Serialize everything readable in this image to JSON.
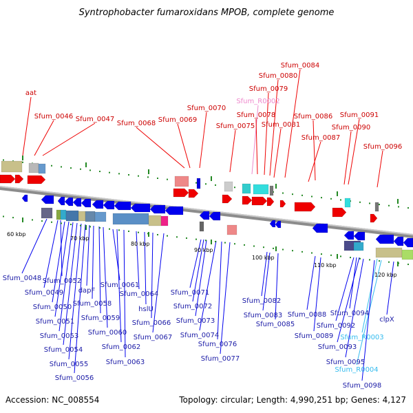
{
  "title": "Syntrophobacter fumaroxidans MPOB, complete genome",
  "footer": {
    "accession": "Accession: NC_008554",
    "summary": "Topology: circular; Length: 4,990,251 bp; Genes: 4,127"
  },
  "colors": {
    "forward_feature": "#ee0000",
    "forward_label": "#cc0000",
    "reverse_feature": "#0000ee",
    "reverse_label": "#1a1aa6",
    "rna_pink": "#ee88cc",
    "rna_cyan": "#33bbee",
    "backbone": "#8c8c8c",
    "tick": "#228822"
  },
  "position_markers": [
    "60 kbp",
    "70 kbp",
    "80 kbp",
    "90 kbp",
    "100 kbp",
    "110 kbp",
    "120 kbp"
  ],
  "forward_labels": [
    "aat",
    "Sfum_0046",
    "Sfum_0047",
    "Sfum_0068",
    "Sfum_0069",
    "Sfum_0070",
    "Sfum_0075",
    "Sfum_R0002",
    "Sfum_0078",
    "Sfum_0079",
    "Sfum_0080",
    "Sfum_0084",
    "Sfum_0081",
    "Sfum_0086",
    "Sfum_0087",
    "Sfum_0091",
    "Sfum_0090",
    "Sfum_0096"
  ],
  "reverse_labels": [
    "Sfum_0048",
    "Sfum_0052",
    "Sfum_0049",
    "Sfum_0050",
    "Sfum_0051",
    "Sfum_0053",
    "Sfum_0054",
    "Sfum_0055",
    "Sfum_0056",
    "dapF",
    "Sfum_0058",
    "Sfum_0059",
    "Sfum_0060",
    "Sfum_0061",
    "Sfum_0062",
    "Sfum_0063",
    "Sfum_0064",
    "hslU",
    "Sfum_0066",
    "Sfum_0067",
    "Sfum_0071",
    "Sfum_0072",
    "Sfum_0073",
    "Sfum_0074",
    "Sfum_0076",
    "Sfum_0077",
    "Sfum_0082",
    "Sfum_0083",
    "Sfum_0085",
    "Sfum_0088",
    "Sfum_0089",
    "Sfum_0094",
    "Sfum_0092",
    "Sfum_0093",
    "Sfum_R0003",
    "Sfum_0095",
    "Sfum_R0004",
    "Sfum_0098",
    "clpX"
  ]
}
